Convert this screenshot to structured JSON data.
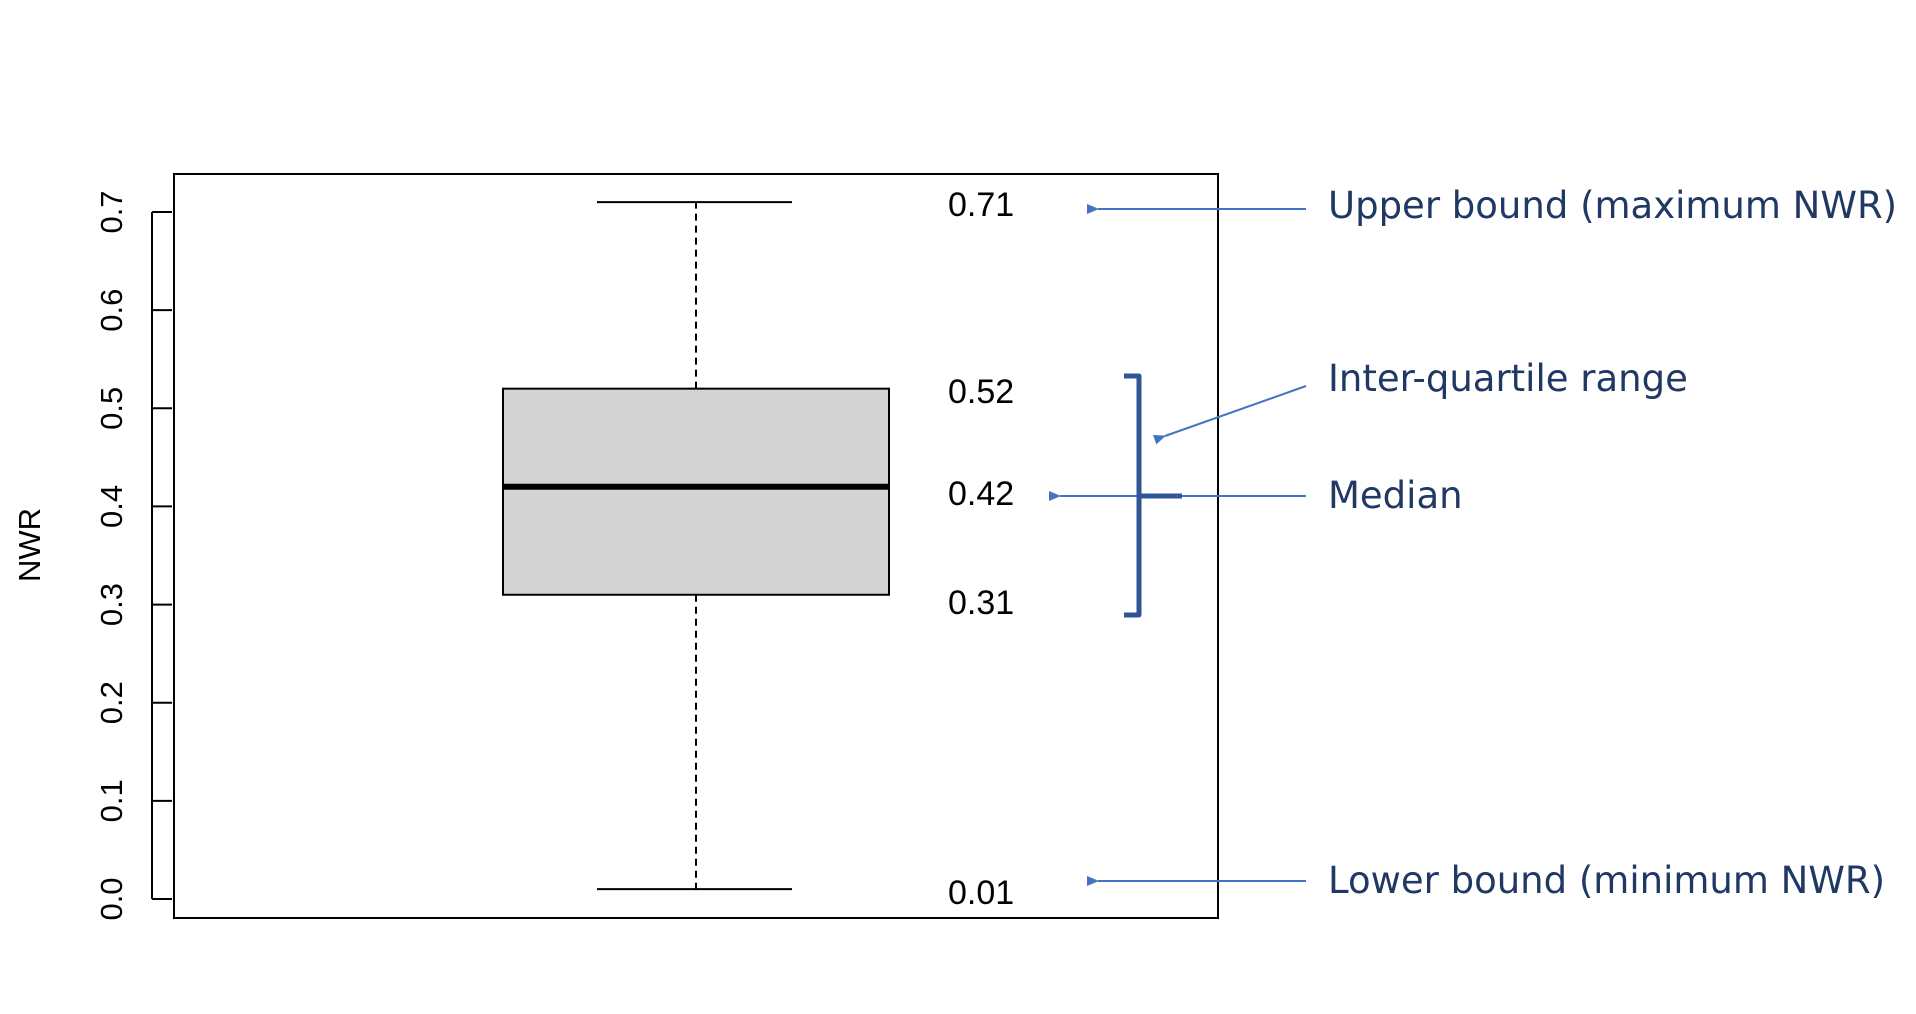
{
  "chart_data": {
    "type": "box",
    "ylabel": "NWR",
    "ylim": [
      0.0,
      0.72
    ],
    "yticks": [
      0.0,
      0.1,
      0.2,
      0.3,
      0.4,
      0.5,
      0.6,
      0.7
    ],
    "ytick_labels": [
      "0.0",
      "0.1",
      "0.2",
      "0.3",
      "0.4",
      "0.5",
      "0.6",
      "0.7"
    ],
    "box": {
      "min": 0.01,
      "q1": 0.31,
      "median": 0.42,
      "q3": 0.52,
      "max": 0.71
    },
    "value_labels": {
      "max": "0.71",
      "q3": "0.52",
      "median": "0.42",
      "q1": "0.31",
      "min": "0.01"
    },
    "annotations": {
      "upper": "Upper bound (maximum NWR)",
      "iqr": "Inter-quartile range",
      "median": "Median",
      "lower": "Lower bound (minimum NWR)"
    },
    "grid": false,
    "colors": {
      "box_fill": "#d3d3d3",
      "annotation": "#1f3864",
      "arrow": "#4472c4",
      "bracket": "#2f5597"
    }
  }
}
